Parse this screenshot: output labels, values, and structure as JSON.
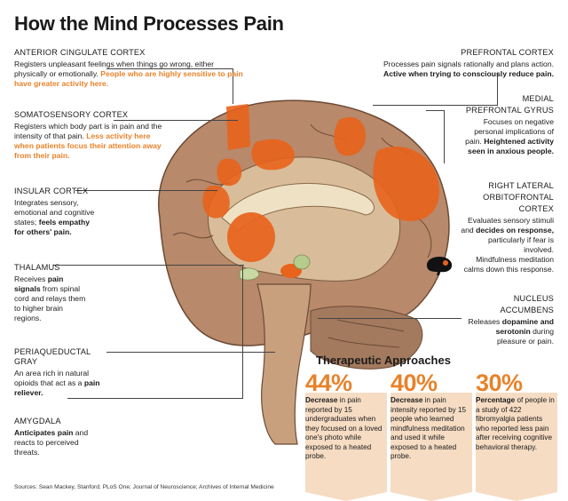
{
  "title": "How the Mind Processes Pain",
  "regions": {
    "acc": {
      "head": "ANTERIOR CINGULATE CORTEX",
      "body": "Registers unpleasant feelings when things go wrong, either physically or emotionally.",
      "orange": "People who are highly sensitive to pain have greater activity here."
    },
    "somato": {
      "head": "SOMATOSENSORY CORTEX",
      "body": "Registers which body part is in pain and the intensity of that pain.",
      "orange": "Less activity here when patients focus their attention away from their pain."
    },
    "insular": {
      "head": "INSULAR CORTEX",
      "body": "Integrates sensory, emotional and cognitive states;",
      "bold": "feels empathy for others' pain."
    },
    "thalamus": {
      "head": "THALAMUS",
      "body1": "Receives",
      "bold": "pain signals",
      "body2": "from spinal cord and relays them to higher brain regions."
    },
    "pag": {
      "head": "PERIAQUEDUCTAL GRAY",
      "body": "An area rich in natural opioids that act as a",
      "bold": "pain reliever."
    },
    "amygdala": {
      "head": "AMYGDALA",
      "bold": "Anticipates pain",
      "body": "and reacts to perceived threats."
    },
    "prefrontal": {
      "head": "PREFRONTAL CORTEX",
      "body": "Processes pain signals rationally and plans action.",
      "bold": "Active when trying to consciously reduce pain."
    },
    "medial": {
      "head1": "MEDIAL",
      "head2": "PREFRONTAL GYRUS",
      "body": "Focuses on negative personal implications of pain.",
      "bold": "Heightened activity seen in anxious people."
    },
    "orbito": {
      "head1": "RIGHT LATERAL",
      "head2": "ORBITOFRONTAL",
      "head3": "CORTEX",
      "body1": "Evaluates sensory stimuli and",
      "bold": "decides on response,",
      "body2": "particularly if fear is involved.",
      "body3": "Mindfulness meditation calms down this response."
    },
    "nucleus": {
      "head1": "NUCLEUS",
      "head2": "ACCUMBENS",
      "body1": "Releases",
      "bold": "dopamine and serotonin",
      "body2": "during pleasure or pain."
    }
  },
  "therapeutic": {
    "title": "Therapeutic Approaches",
    "stats": [
      {
        "num": "44%",
        "bold": "Decrease",
        "text": "in pain reported by 15 undergraduates when they focused on a loved one's photo while exposed to a heated probe."
      },
      {
        "num": "40%",
        "bold": "Decrease",
        "text": "in pain intensity reported by 15 people who learned mindfulness meditation and used it while exposed to a heated probe."
      },
      {
        "num": "30%",
        "bold": "Percentage",
        "text": "of people in a study of 422 fibromyalgia patients who reported less pain after receiving cognitive behavioral therapy."
      }
    ]
  },
  "sources": "Sources: Sean Mackey, Stanford; PLoS One; Journal of Neuroscience; Archives of Internal Medicine",
  "colors": {
    "accent": "#e8822a",
    "highlight": "#e8631c",
    "brain": "#a8795a",
    "panel": "#f6dcc3"
  }
}
